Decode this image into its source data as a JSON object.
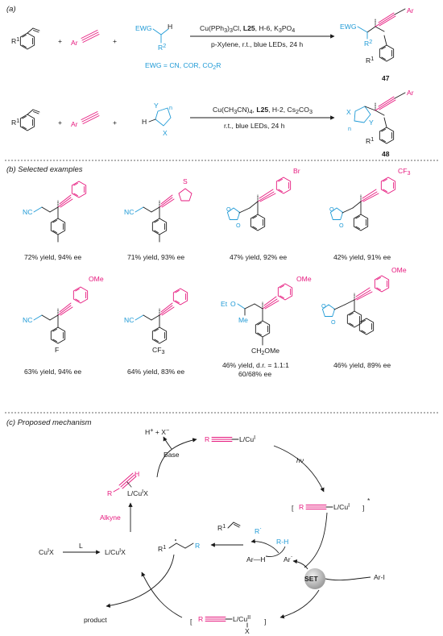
{
  "section_a": {
    "label": "(a)",
    "r1_sub": "R",
    "r1_sup": "1",
    "ar": "Ar",
    "ewg": "EWG",
    "h": "H",
    "r2": "R",
    "r2_sup": "2",
    "ewg_note": "EWG = CN, COR, CO",
    "ewg_note_sub": "2",
    "ewg_note_end": "R",
    "rxn1_conditions_line1": "Cu(PPh",
    "rxn1_cond_parts": [
      "Cu(PPh",
      "3",
      ")",
      "3",
      "Cl, ",
      "L25",
      ", H-6, K",
      "3",
      "PO",
      "4"
    ],
    "rxn1_conditions_line2": "p-Xylene, r.t., blue LEDs, 24 h",
    "product1_label": "47",
    "rxn2_cond_parts": [
      "Cu(CH",
      "3",
      "CN)",
      "4",
      ", ",
      "L25",
      ", H-2, Cs",
      "2",
      "CO",
      "3"
    ],
    "rxn2_conditions_line2": "r.t., blue LEDs, 24 h",
    "product2_label": "48",
    "x": "X",
    "y": "Y",
    "n": "n",
    "plus": "+"
  },
  "section_b": {
    "label": "(b) Selected examples",
    "examples": [
      {
        "yield": "72% yield, 94% ee"
      },
      {
        "yield": "71% yield, 93% ee"
      },
      {
        "yield": "47% yield, 92% ee"
      },
      {
        "yield": "42% yield, 91% ee"
      },
      {
        "yield": "63% yield, 94% ee"
      },
      {
        "yield": "64% yield, 83% ee"
      },
      {
        "yield": "46% yield, d.r. = 1.1:1",
        "yield2": "60/68% ee"
      },
      {
        "yield": "46% yield, 89% ee"
      }
    ],
    "labels": {
      "nc": "NC",
      "br": "Br",
      "cf3": "CF",
      "cf3_sub": "3",
      "ome": "OMe",
      "f": "F",
      "et": "Et",
      "o": "O",
      "me": "Me",
      "ch2o2me": "CH",
      "ch2o2me_rest": "O",
      "ch2o2me_end": "Me",
      "s": "S"
    }
  },
  "section_c": {
    "label": "(c) Proposed mechanism",
    "h_plus_x": "H",
    "x_minus": "X",
    "base": "Base",
    "alkyne": "Alkyne",
    "hv": "hν",
    "cu_x": "Cu",
    "l": "L",
    "l_cu_x": "L/Cu",
    "r_lcu": "L/Cu",
    "r": "R",
    "rh": "R-H",
    "ar_h": "Ar—H",
    "ar": "Ar",
    "set": "SET",
    "ar_i": "Ar-I",
    "product": "product",
    "r1": "R",
    "cu_ii": "II",
    "cu_i": "I"
  }
}
